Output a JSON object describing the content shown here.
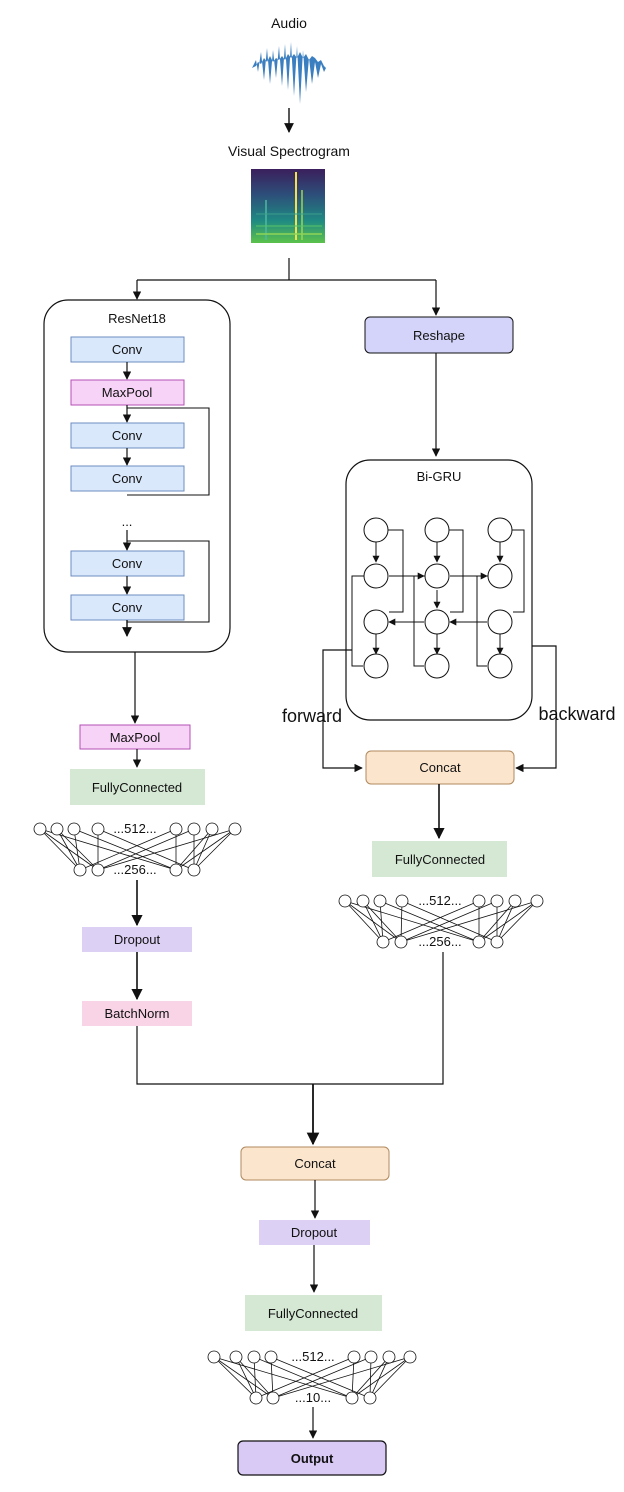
{
  "audio": {
    "label": "Audio",
    "color": "#3b7fc0"
  },
  "spectrogram": {
    "label": "Visual Spectrogram"
  },
  "resnet": {
    "title": "ResNet18",
    "layers": [
      "Conv",
      "MaxPool",
      "Conv",
      "Conv",
      "...",
      "Conv",
      "Conv"
    ],
    "after_maxpool": "MaxPool",
    "fc": "FullyConnected",
    "dense_top": "...512...",
    "dense_bottom": "...256...",
    "dropout": "Dropout",
    "batchnorm": "BatchNorm"
  },
  "gru_branch": {
    "reshape": "Reshape",
    "title": "Bi-GRU",
    "forward": "forward",
    "backward": "backward",
    "concat": "Concat",
    "fc": "FullyConnected",
    "dense_top": "...512...",
    "dense_bottom": "...256..."
  },
  "head": {
    "concat": "Concat",
    "dropout": "Dropout",
    "fc": "FullyConnected",
    "dense_top": "...512...",
    "dense_bottom": "...10...",
    "output": "Output"
  },
  "colors": {
    "conv": "#dae8fc",
    "conv_border": "#6c8ebf",
    "maxpool": "#f7d4f7",
    "maxpool_border": "#b34fb3",
    "fc": "#d5e8d4",
    "dropout": "#ddd0f5",
    "batchnorm": "#f9d3e6",
    "concat": "#fbe5cd",
    "concat_border": "#b08a5e",
    "reshape": "#d4d4fa",
    "output": "#d9c9f5"
  }
}
